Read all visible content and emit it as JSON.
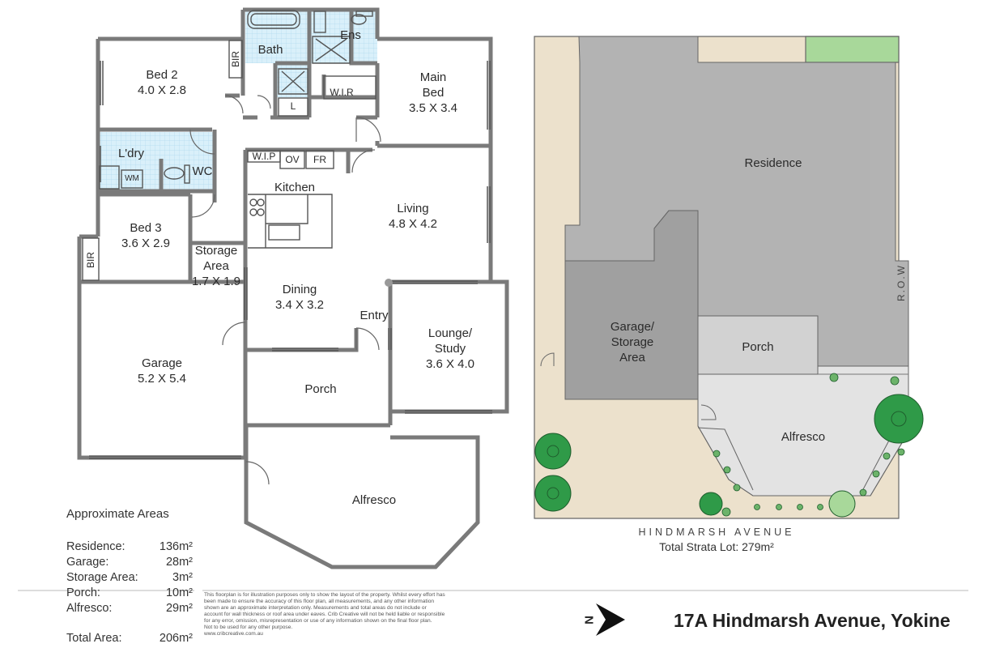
{
  "floorplan": {
    "rooms": {
      "bath": {
        "name": "Bath"
      },
      "ens": {
        "name": "Ens"
      },
      "bed2": {
        "name": "Bed 2",
        "size": "4.0 X 2.8"
      },
      "bir_top": {
        "name": "BIR"
      },
      "main_bed": {
        "name_line1": "Main",
        "name_line2": "Bed",
        "size": "3.5 X 3.4"
      },
      "wir": {
        "name": "W.I.R"
      },
      "linen": {
        "name": "L"
      },
      "laundry": {
        "name": "L'dry"
      },
      "wm": {
        "name": "WM"
      },
      "wc": {
        "name": "WC"
      },
      "wip": {
        "name": "W.I.P"
      },
      "ov": {
        "name": "OV"
      },
      "fr": {
        "name": "FR"
      },
      "kitchen": {
        "name": "Kitchen"
      },
      "living": {
        "name": "Living",
        "size": "4.8 X 4.2"
      },
      "bed3": {
        "name": "Bed 3",
        "size": "3.6 X 2.9"
      },
      "bir_left": {
        "name": "BIR"
      },
      "storage": {
        "name_line1": "Storage",
        "name_line2": "Area",
        "size": "1.7 X 1.9"
      },
      "dining": {
        "name": "Dining",
        "size": "3.4 X 3.2"
      },
      "entry": {
        "name": "Entry"
      },
      "lounge": {
        "name_line1": "Lounge/",
        "name_line2": "Study",
        "size": "3.6 X 4.0"
      },
      "garage": {
        "name": "Garage",
        "size": "5.2 X 5.4"
      },
      "porch": {
        "name": "Porch"
      },
      "alfresco": {
        "name": "Alfresco"
      }
    }
  },
  "siteplan": {
    "residence": "Residence",
    "garage_line1": "Garage/",
    "garage_line2": "Storage",
    "garage_line3": "Area",
    "porch": "Porch",
    "alfresco": "Alfresco",
    "row": "R.O.W",
    "street": "HINDMARSH AVENUE",
    "strata": "Total Strata Lot: 279m²"
  },
  "areas": {
    "title": "Approximate Areas",
    "rows": [
      {
        "label": "Residence:",
        "value": "136m²"
      },
      {
        "label": "Garage:",
        "value": "28m²"
      },
      {
        "label": "Storage Area:",
        "value": "3m²"
      },
      {
        "label": "Porch:",
        "value": "10m²"
      },
      {
        "label": "Alfresco:",
        "value": "29m²"
      }
    ],
    "total_label": "Total Area:",
    "total_value": "206m²"
  },
  "disclaimer": [
    "This floorplan is for illustration purposes only to show the layout of the property. Whilst every effort has",
    "been made to ensure the accuracy of this floor plan, all measurements, and any other information",
    "shown are an approximate interpretation only. Measurements and total areas do not include or",
    "account for wall thickness or roof area under eaves. Crib Creative will not be held liable or responsible",
    "for any error, omission, misrepresentation or use of any information shown on the final floor plan.",
    "Not to be used for any other purpose.",
    "www.cribcreative.com.au"
  ],
  "compass": {
    "letter": "N"
  },
  "address": "17A Hindmarsh Avenue, Yokine",
  "colors": {
    "wall": "#7a7a7a",
    "tile": "#d6eef8",
    "grass": "#a8d89a",
    "residence": "#b3b3b3",
    "garage": "#a0a0a0",
    "porch": "#d2d2d2",
    "alfresco": "#e3e3e3",
    "yard": "#ece1cc",
    "tree": "#2f9a48"
  }
}
